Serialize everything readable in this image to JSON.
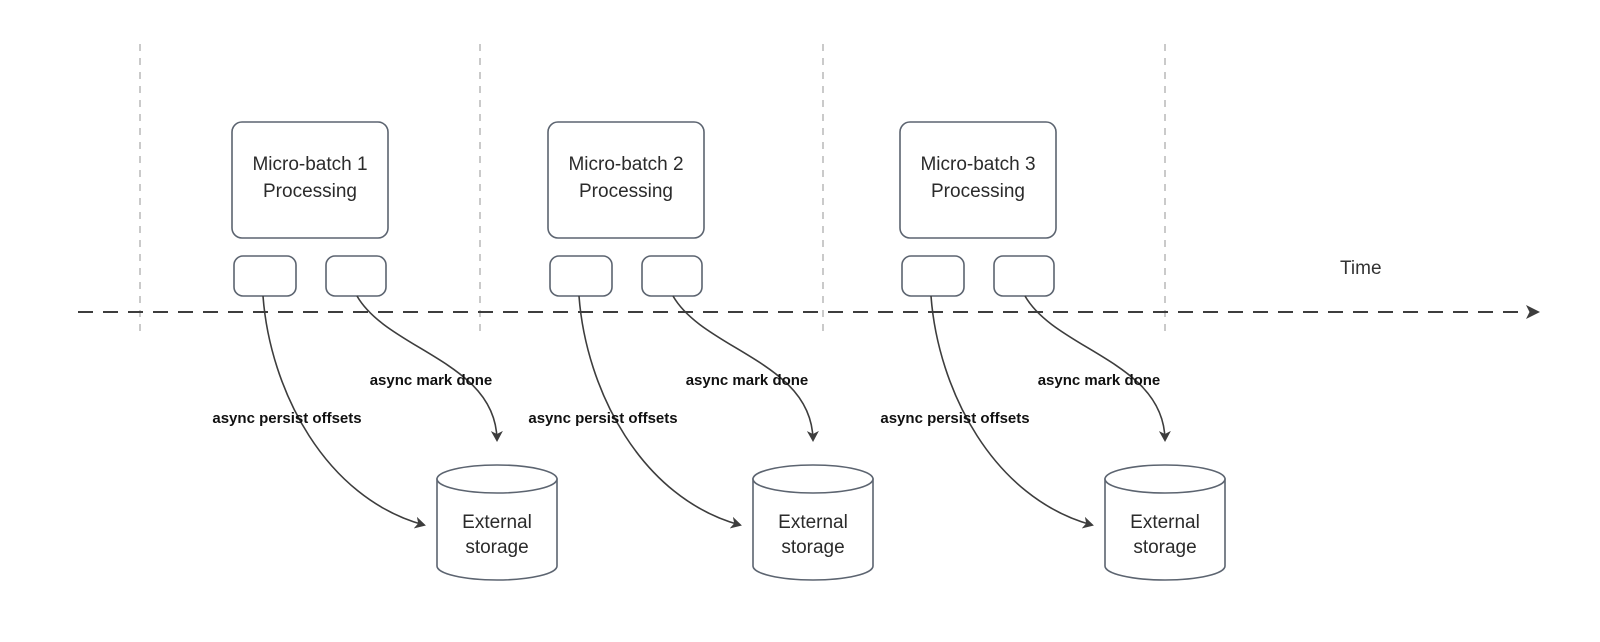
{
  "diagram": {
    "time_axis_label": "Time",
    "batches": [
      {
        "title_line1": "Micro-batch 1",
        "title_line2": "Processing",
        "persist_label": "async persist offsets",
        "mark_done_label": "async mark done",
        "storage_line1": "External",
        "storage_line2": "storage"
      },
      {
        "title_line1": "Micro-batch 2",
        "title_line2": "Processing",
        "persist_label": "async persist offsets",
        "mark_done_label": "async mark done",
        "storage_line1": "External",
        "storage_line2": "storage"
      },
      {
        "title_line1": "Micro-batch 3",
        "title_line2": "Processing",
        "persist_label": "async persist offsets",
        "mark_done_label": "async mark done",
        "storage_line1": "External",
        "storage_line2": "storage"
      }
    ],
    "colors": {
      "background": "#ffffff",
      "node_border": "#5c6470",
      "arrow": "#3d3d3d",
      "guide_line": "#b9b9b9",
      "title_text": "#2b2b2b",
      "label_text": "#111111"
    }
  }
}
